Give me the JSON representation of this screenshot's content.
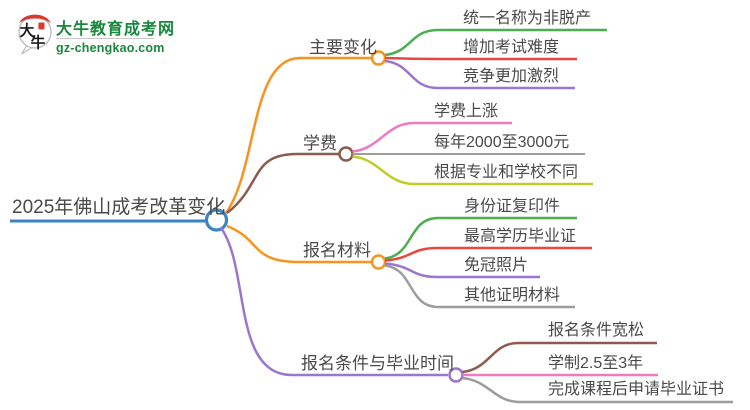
{
  "logo": {
    "title": "大牛教育成考网",
    "domain": "gz-chengkao.com",
    "icon_char_top": "大",
    "icon_char_bottom": "牛"
  },
  "colors": {
    "blue": "#3a84c4",
    "orange": "#f7941d",
    "brown": "#8e5a4e",
    "purple": "#9b75d0",
    "green": "#4cae4f",
    "red": "#e8463f",
    "pink": "#f07ac1",
    "gray": "#9d9d9d",
    "yellow_green": "#c2cc29",
    "text": "#4a4a4a",
    "logo_green": "#17873c",
    "logo_red": "#d93a2b"
  },
  "mindmap": {
    "root": {
      "label": "2025年佛山成考改革变化"
    },
    "branches": [
      {
        "label": "主要变化",
        "children": [
          {
            "label": "统一名称为非脱产"
          },
          {
            "label": "增加考试难度"
          },
          {
            "label": "竞争更加激烈"
          }
        ]
      },
      {
        "label": "学费",
        "children": [
          {
            "label": "学费上涨"
          },
          {
            "label": "每年2000至3000元"
          },
          {
            "label": "根据专业和学校不同"
          }
        ]
      },
      {
        "label": "报名材料",
        "children": [
          {
            "label": "身份证复印件"
          },
          {
            "label": "最高学历毕业证"
          },
          {
            "label": "免冠照片"
          },
          {
            "label": "其他证明材料"
          }
        ]
      },
      {
        "label": "报名条件与毕业时间",
        "children": [
          {
            "label": "报名条件宽松"
          },
          {
            "label": "学制2.5至3年"
          },
          {
            "label": "完成课程后申请毕业证书"
          }
        ]
      }
    ]
  }
}
